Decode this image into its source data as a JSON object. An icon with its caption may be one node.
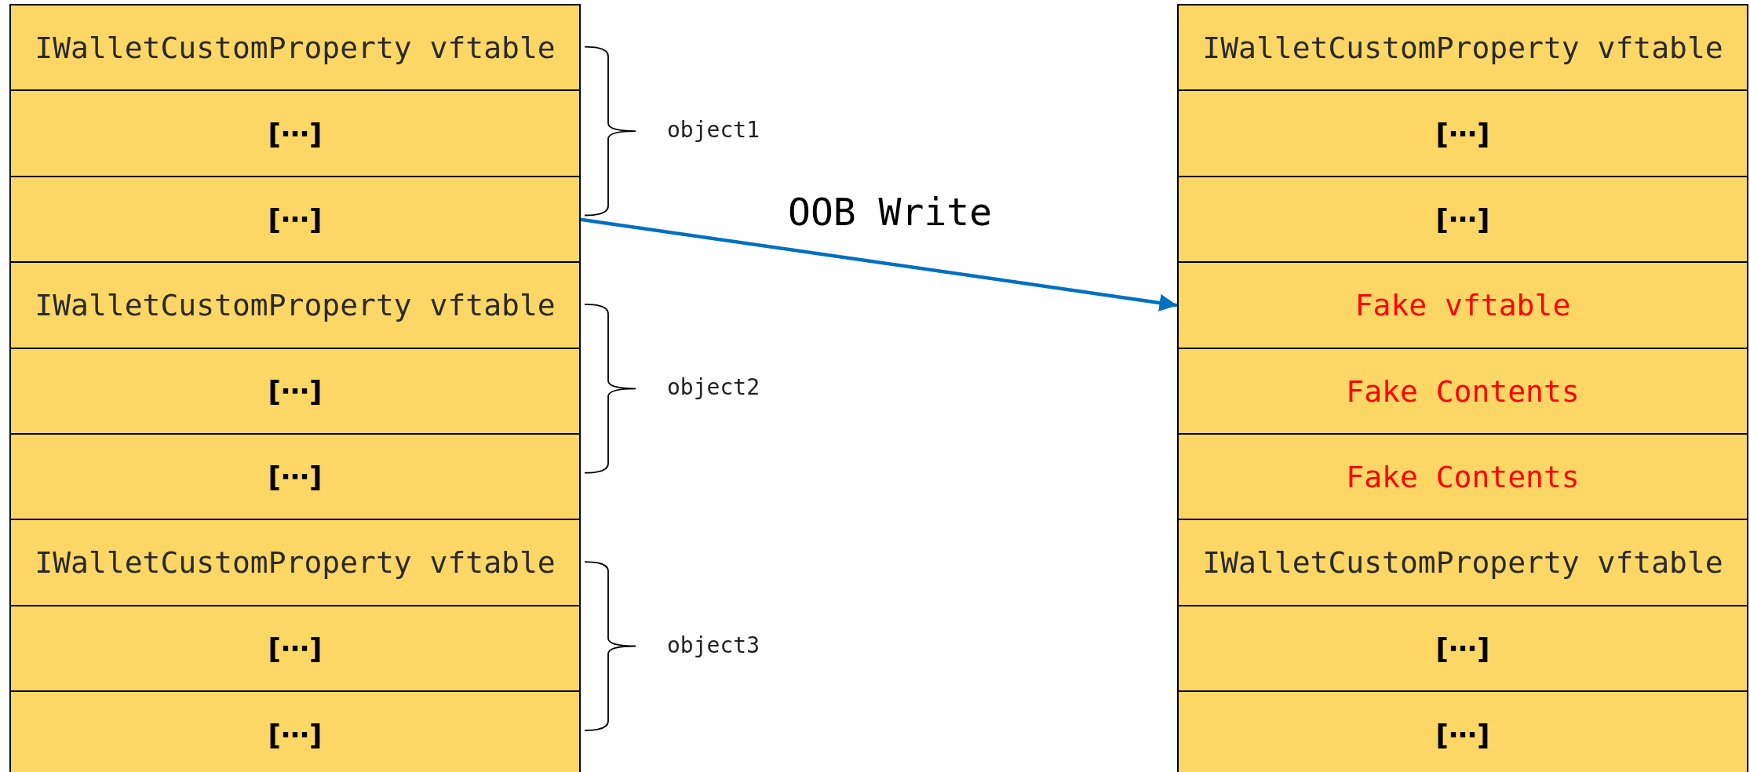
{
  "diagram": {
    "nodes": [
      {
        "text": [
          "IWalletCustomProperty vftable"
        ]
      },
      {
        "text": [
          "[⋯]"
        ]
      },
      {
        "text": [
          "[⋯]"
        ]
      },
      {
        "text": [
          "IWalletCustomProperty vftable"
        ]
      },
      {
        "text": [
          "[⋯]"
        ]
      },
      {
        "text": [
          "[⋯]"
        ]
      },
      {
        "text": [
          "IWalletCustomProperty vftable"
        ]
      },
      {
        "text": [
          "[⋯]"
        ]
      },
      {
        "text": [
          "[⋯]"
        ]
      },
      {
        "text": [
          "IWalletCustomProperty vftable"
        ]
      },
      {
        "text": [
          "[⋯]"
        ]
      },
      {
        "text": [
          "[⋯]"
        ]
      },
      {
        "text": [
          "Fake vftable"
        ]
      },
      {
        "text": [
          "Fake Contents"
        ]
      },
      {
        "text": [
          "Fake Contents"
        ]
      },
      {
        "text": [
          "IWalletCustomProperty vftable"
        ]
      },
      {
        "text": [
          "[⋯]"
        ]
      },
      {
        "text": [
          "[⋯]"
        ]
      }
    ],
    "edges": [
      {
        "from": 2,
        "to": 12,
        "arrow": "to",
        "label": "OOB Write",
        "color": "#0070c0"
      }
    ],
    "labels": [
      "object1",
      "object2",
      "object3"
    ]
  }
}
